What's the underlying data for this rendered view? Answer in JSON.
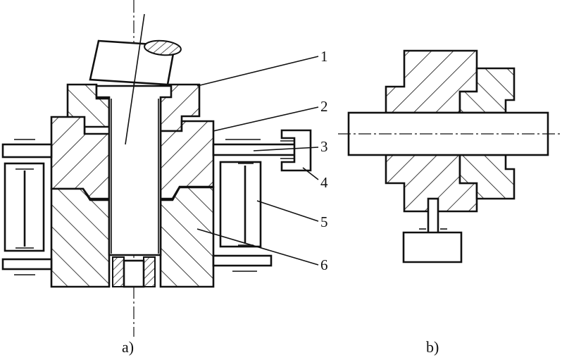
{
  "figure": {
    "subfigure_a_caption": "a)",
    "subfigure_b_caption": "b)",
    "part_labels": [
      "1",
      "2",
      "3",
      "4",
      "5",
      "6"
    ]
  },
  "colors": {
    "line": "#111111",
    "background": "#ffffff"
  }
}
